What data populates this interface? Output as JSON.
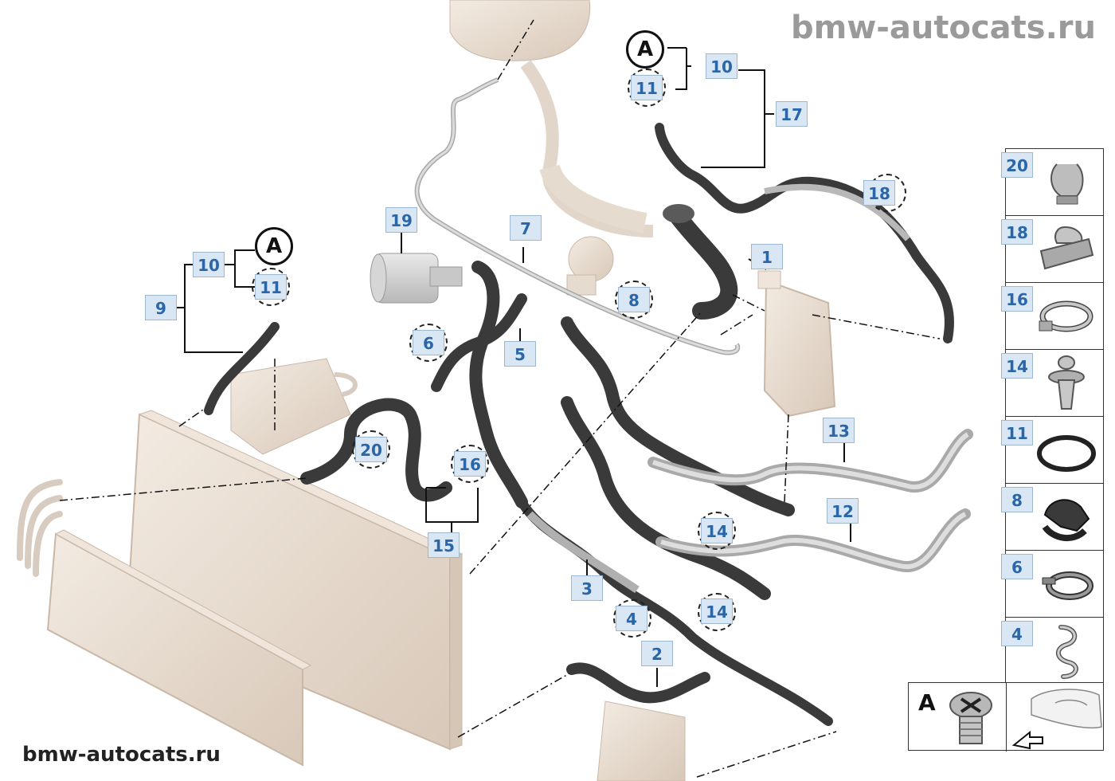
{
  "watermark_top": "bmw-autocats.ru",
  "watermark_bottom": "bmw-autocats.ru",
  "callouts": {
    "c1": "1",
    "c2": "2",
    "c3": "3",
    "c4": "4",
    "c5": "5",
    "c6": "6",
    "c7": "7",
    "c8": "8",
    "c9": "9",
    "c10_left": "10",
    "c10_top": "10",
    "c11_left": "11",
    "c11_top": "11",
    "c12": "12",
    "c13": "13",
    "c14_a": "14",
    "c14_b": "14",
    "c15": "15",
    "c16": "16",
    "c17": "17",
    "c18": "18",
    "c19": "19",
    "c20": "20"
  },
  "letter_a": "A",
  "legend": {
    "items": [
      {
        "label": "20",
        "icon": "clip-holder-icon"
      },
      {
        "label": "18",
        "icon": "bracket-clip-icon"
      },
      {
        "label": "16",
        "icon": "hose-clamp-icon"
      },
      {
        "label": "14",
        "icon": "expanding-rivet-icon"
      },
      {
        "label": "11",
        "icon": "o-ring-icon"
      },
      {
        "label": "8",
        "icon": "hose-holder-icon"
      },
      {
        "label": "6",
        "icon": "spring-clamp-icon"
      },
      {
        "label": "4",
        "icon": "retaining-clip-icon"
      }
    ],
    "box_a_label": "A"
  },
  "colors": {
    "callout_bg": "#d9e6f3",
    "callout_text": "#2a66a8",
    "hose_dark": "#3a3a3a",
    "part_beige": "#e8dcd0"
  }
}
